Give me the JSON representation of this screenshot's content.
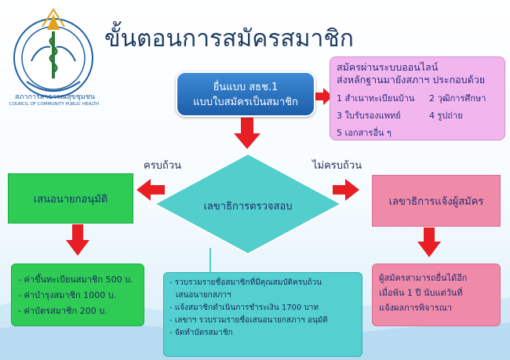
{
  "title": "ขั้นตอนการสมัครสมาชิก",
  "logo": {
    "text_th": "สภาการสาธารณสุขชุมชน",
    "text_en": "COUNCIL OF COMMUNITY PUBLIC HEALTH"
  },
  "start_box": {
    "line1": "ยื่นแบบ สธช.1",
    "line2": "แบบใบสมัครเป็นสมาชิก"
  },
  "docs_box": {
    "line1": "สมัครผ่านระบบออนไลน์",
    "line2": "ส่งหลักฐานมายังสภาฯ ประกอบด้วย",
    "items": [
      "1 สำเนาทะเบียนบ้าน",
      "2 วุฒิการศึกษา",
      "3 ใบรับรองแพทย์",
      "4 รูปถ่าย",
      "5 เอกสารอื่น ๆ"
    ]
  },
  "review_label": "เลขาธิการตรวจสอบ",
  "branch_complete": "ครบถ้วน",
  "branch_incomplete": "ไม่ครบถ้วน",
  "approve_box": "เสนอนายกอนุมัติ",
  "notify_box": "เลขาธิการแจ้งผู้สมัคร",
  "fees": [
    "- ค่าขึ้นทะเบียนสมาชิก 500 บ.",
    "- ค่าบำรุงสมาชิก 1000 บ.",
    "- ค่าบัตรสมาชิก 200 บ."
  ],
  "steps": [
    "- รวบรวมรายชื่อสมาชิกที่มีคุณสมบัติครบถ้วน",
    "  เสนอนายกสภาฯ",
    "- แจ้งสมาชิกดำเนินการชำระเงิน 1700 บาท",
    "- เลขาฯ รวบรวมรายชื่อเสนอนายกสภาฯ อนุมัติ",
    "- จัดทำบัตรสมาชิก"
  ],
  "reapply": [
    "ผู้สมัครสามารถยื่นได้อีก",
    "เมื่อพ้น 1 ปี นับแต่วันที่",
    "แจ้งผลการพิจารณา"
  ],
  "colors": {
    "title": "#1e3c63",
    "start_box": "#1f64b0",
    "docs_box": "#f2b6ef",
    "approve_box": "#2ecc54",
    "notify_box": "#f08aa9",
    "diamond": "#52cfcc",
    "steps_box": "#53d0cf",
    "arrow": "#e81e25"
  }
}
